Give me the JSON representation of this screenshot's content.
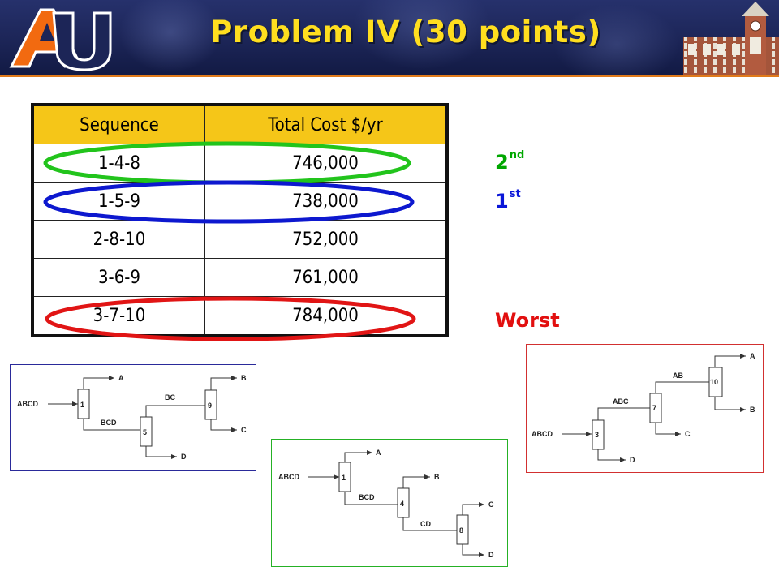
{
  "header": {
    "title": "Problem IV (30 points)",
    "logo_text": "AU",
    "colors": {
      "title": "#ffde1f",
      "banner": "#1c2557",
      "accent": "#e07a1a"
    }
  },
  "table": {
    "headers": {
      "sequence": "Sequence",
      "cost": "Total Cost $/yr"
    },
    "rows": [
      {
        "sequence": "1-4-8",
        "cost": "746,000"
      },
      {
        "sequence": "1-5-9",
        "cost": "738,000"
      },
      {
        "sequence": "2-8-10",
        "cost": "752,000"
      },
      {
        "sequence": "3-6-9",
        "cost": "761,000"
      },
      {
        "sequence": "3-7-10",
        "cost": "784,000"
      }
    ],
    "header_color": "#f5c618"
  },
  "rankings": {
    "second": {
      "num": "2",
      "suffix": "nd",
      "color": "#00a700"
    },
    "first": {
      "num": "1",
      "suffix": "st",
      "color": "#0a16d8"
    },
    "worst": {
      "label": "Worst",
      "color": "#e20f0f"
    }
  },
  "diagrams": {
    "blue": {
      "feed": "ABCD",
      "units": [
        "1",
        "5",
        "9"
      ],
      "streams": {
        "top1": "A",
        "mid1": "BCD",
        "top2": "BC",
        "out_b": "B",
        "out_c": "C",
        "out_d": "D"
      }
    },
    "green": {
      "feed": "ABCD",
      "units": [
        "1",
        "4",
        "8"
      ],
      "streams": {
        "top1": "A",
        "mid1": "BCD",
        "top2": "B",
        "mid2": "CD",
        "out_c": "C",
        "out_d": "D"
      }
    },
    "red": {
      "feed": "ABCD",
      "units": [
        "3",
        "7",
        "10"
      ],
      "streams": {
        "mid1": "ABC",
        "mid2": "AB",
        "out_a": "A",
        "out_b": "B",
        "out_c": "C",
        "out_d": "D"
      }
    }
  }
}
